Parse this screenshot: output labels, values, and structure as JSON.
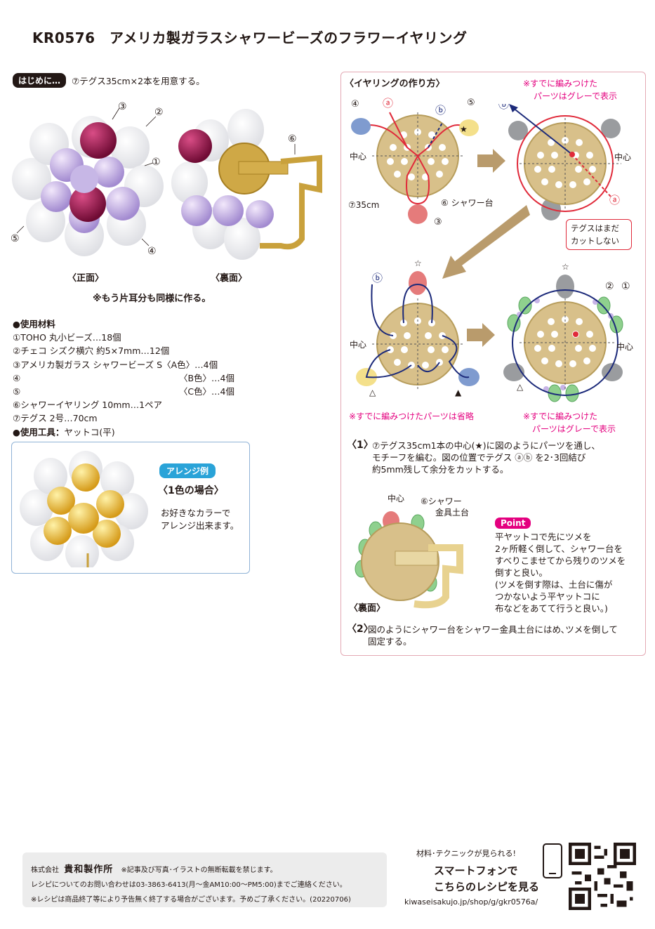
{
  "title": "KR0576　アメリカ製ガラスシャワービーズのフラワーイヤリング",
  "intro": {
    "tag": "はじめに…",
    "text": "⑦テグス35cm×2本を用意する。"
  },
  "photos": {
    "front_label": "〈正面〉",
    "back_label": "〈裏面〉",
    "callouts_front": [
      "③",
      "②",
      "①",
      "⑤",
      "④"
    ],
    "callout_back": "⑥",
    "note": "※もう片耳分も同様に作る。"
  },
  "materials": {
    "heading": "●使用材料",
    "items": [
      {
        "left": "①TOHO 丸小ビーズ…18個",
        "right": ""
      },
      {
        "left": "②チェコ シズク横穴 約5×7mm…12個",
        "right": ""
      },
      {
        "left": "③アメリカ製ガラス シャワービーズ S〈A色〉…4個",
        "right": ""
      },
      {
        "left": "④",
        "right": "〈B色〉…4個"
      },
      {
        "left": "⑤",
        "right": "〈C色〉…4個"
      },
      {
        "left": "⑥シャワーイヤリング 10mm…1ペア",
        "right": ""
      },
      {
        "left": "⑦テグス 2号…70cm",
        "right": ""
      }
    ],
    "tools_heading": "●使用工具：",
    "tools": "ヤットコ(平)"
  },
  "arrange": {
    "tag": "アレンジ例",
    "heading": "〈1色の場合〉",
    "text_1": "お好きなカラーで",
    "text_2": "アレンジ出来ます。"
  },
  "howto": {
    "title": "〈イヤリングの作り方〉",
    "gray_note_1": "※すでに編みつけた",
    "gray_note_2": "パーツはグレーで表示",
    "gray_note_b1": "※すでに編みつけた",
    "gray_note_b2": "パーツはグレーで表示",
    "omit_note": "※すでに編みつけたパーツは省略",
    "labels": {
      "center": "中心",
      "a": "ⓐ",
      "b": "ⓑ",
      "n4": "④",
      "n5": "⑤",
      "n3": "③",
      "n2": "②",
      "n1": "①",
      "n6": "⑥",
      "star": "★",
      "wstar": "☆",
      "ttri": "△",
      "btri": "▲",
      "tegusu": "⑦35cm",
      "shower": "⑥ シャワー台",
      "cut_1": "テグスはまだ",
      "cut_2": "カットしない"
    },
    "step1_num": "〈1〉",
    "step1": [
      "⑦テグス35cm1本の中心(★)に図のようにパーツを通し、",
      "モチーフを編む。図の位置でテグス ⓐⓑ を2･3回結び",
      "約5mm残して余分をカットする。"
    ],
    "step2_labels": {
      "center": "中心",
      "part_1": "⑥シャワー",
      "part_2": "金具土台",
      "back": "〈裏面〉"
    },
    "point_tag": "Point",
    "point": [
      "平ヤットコで先にツメを",
      "2ヶ所軽く倒して、シャワー台を",
      "すべりこませてから残りのツメを",
      "倒すと良い。",
      "(ツメを倒す際は、土台に傷が",
      "つかないよう平ヤットコに",
      "布などをあてて行うと良い。)"
    ],
    "step2_num": "〈2〉",
    "step2": [
      "図のようにシャワー台をシャワー金具土台にはめ､ツメを倒して",
      "固定する。"
    ]
  },
  "footer": {
    "company_prefix": "株式会社",
    "company": "貴和製作所",
    "rights": "※記事及び写真･イラストの無断転載を禁じます。",
    "contact": "レシピについてのお問い合わせは03-3863-6413(月〜金AM10:00〜PM5:00)までご連絡ください。",
    "discontinue": "※レシピは商品終了等により予告無く終了する場合がございます。予めご了承ください。(20220706)",
    "promo_small": "材料･テクニックが見られる!",
    "promo_1": "スマートフォンで",
    "promo_2": "こちらのレシピを見る",
    "url": "kiwaseisakujo.jp/shop/g/gkr0576a/"
  },
  "colors": {
    "pink": "#e4007f",
    "panel_border": "#e4a9b4",
    "gold": "#d8c08a",
    "blue_border": "#8fb2d6"
  }
}
